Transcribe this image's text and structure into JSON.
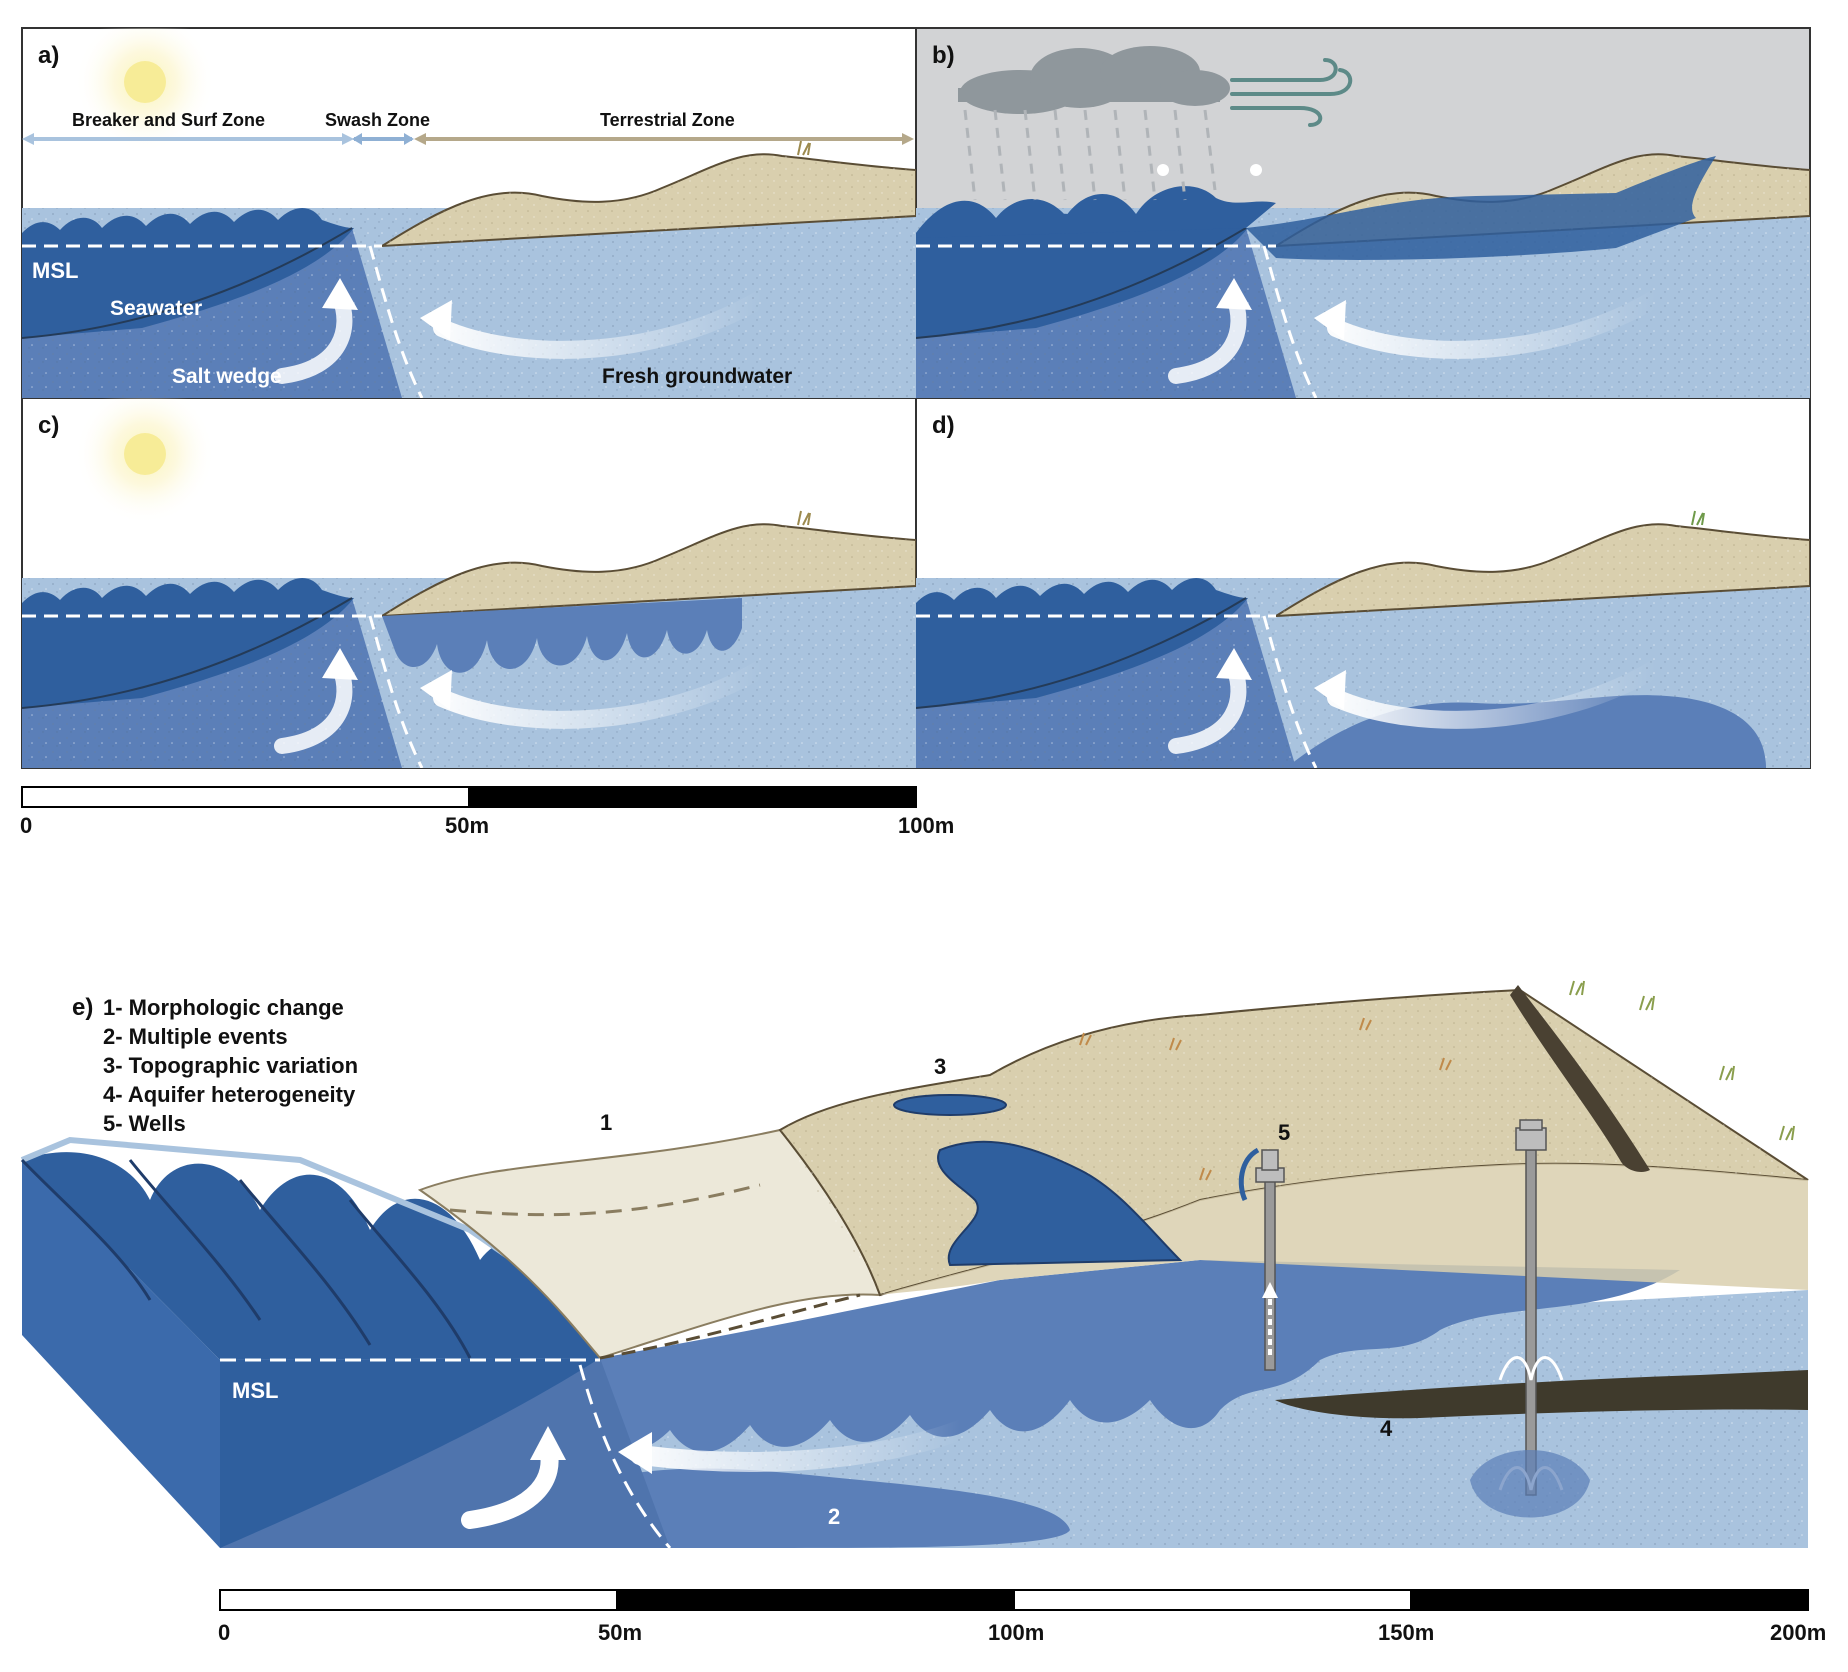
{
  "panels": {
    "a": {
      "letter": "a)"
    },
    "b": {
      "letter": "b)"
    },
    "c": {
      "letter": "c)"
    },
    "d": {
      "letter": "d)"
    },
    "e": {
      "letter": "e)"
    }
  },
  "zones": {
    "breaker_surf": "Breaker and Surf Zone",
    "swash": "Swash Zone",
    "terrestrial": "Terrestrial Zone"
  },
  "labels": {
    "msl": "MSL",
    "seawater": "Seawater",
    "salt_wedge": "Salt wedge",
    "fresh_groundwater": "Fresh groundwater"
  },
  "scale_top": {
    "ticks": [
      "0",
      "50m",
      "100m"
    ]
  },
  "scale_bottom": {
    "ticks": [
      "0",
      "50m",
      "100m",
      "150m",
      "200m"
    ]
  },
  "legend_e": [
    "1- Morphologic change",
    "2- Multiple events",
    "3- Topographic variation",
    "4- Aquifer heterogeneity",
    "5- Wells"
  ],
  "markers": [
    "1",
    "2",
    "3",
    "4",
    "5"
  ],
  "colors": {
    "sea": "#2f5f9e",
    "saline_ground": "#5b7fb8",
    "fresh_ground": "#a9c3de",
    "sand": "#d9cfae",
    "storm_sky": "#d2d3d5",
    "sun": "#f7ec97"
  }
}
